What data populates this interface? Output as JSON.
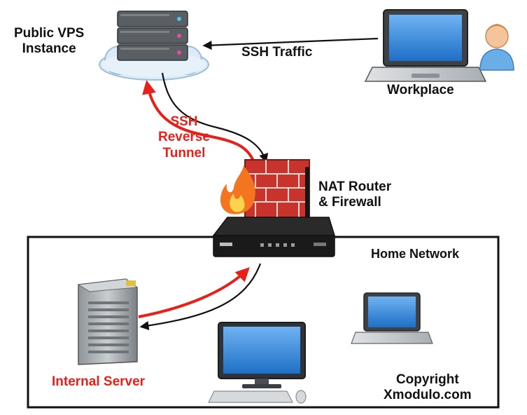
{
  "labels": {
    "vps_line1": "Public VPS",
    "vps_line2": "Instance",
    "ssh_traffic": "SSH Traffic",
    "workplace": "Workplace",
    "tunnel_line1": "SSH",
    "tunnel_line2": "Reverse",
    "tunnel_line3": "Tunnel",
    "router_line1": "NAT Router",
    "router_line2": "& Firewall",
    "home_network": "Home Network",
    "internal_server": "Internal Server",
    "copyright_line1": "Copyright",
    "copyright_line2": "Xmodulo.com"
  },
  "colors": {
    "tunnel_red": "#e8201a",
    "arrow_black": "#111111",
    "frame": "#111111"
  },
  "icons": [
    "server-stack-icon",
    "cloud-icon",
    "laptop-icon",
    "user-icon",
    "firewall-icon",
    "flame-icon",
    "router-icon",
    "internal-server-icon",
    "desktop-icon",
    "keyboard-icon",
    "mouse-icon"
  ]
}
